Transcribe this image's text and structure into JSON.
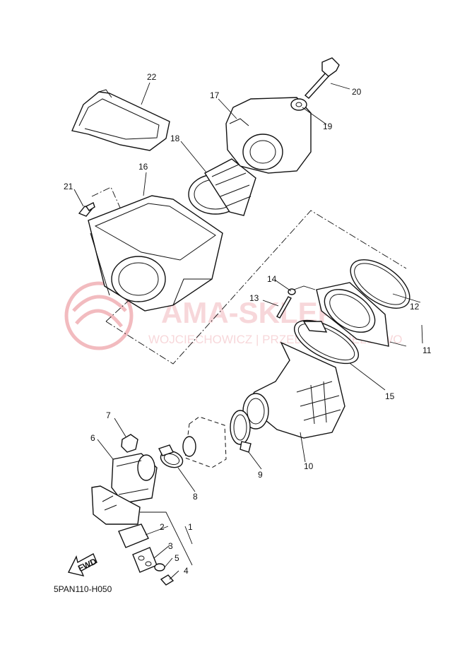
{
  "diagram_code": "5PAN110-H050",
  "fwd_label": "FWD",
  "watermark": {
    "line1": "AMA-SKLEP.PL",
    "line2": "WOJCIECHOWICZ | PRZEDSTAWICIELSTWO",
    "color": "#e8848c"
  },
  "callouts": {
    "c1": "1",
    "c2": "2",
    "c3": "3",
    "c4": "4",
    "c5": "5",
    "c6": "6",
    "c7": "7",
    "c8": "8",
    "c9": "9",
    "c10": "10",
    "c11": "11",
    "c12": "12",
    "c13": "13",
    "c14": "14",
    "c15": "15",
    "c16": "16",
    "c17": "17",
    "c18": "18",
    "c19": "19",
    "c20": "20",
    "c21": "21",
    "c22": "22"
  }
}
